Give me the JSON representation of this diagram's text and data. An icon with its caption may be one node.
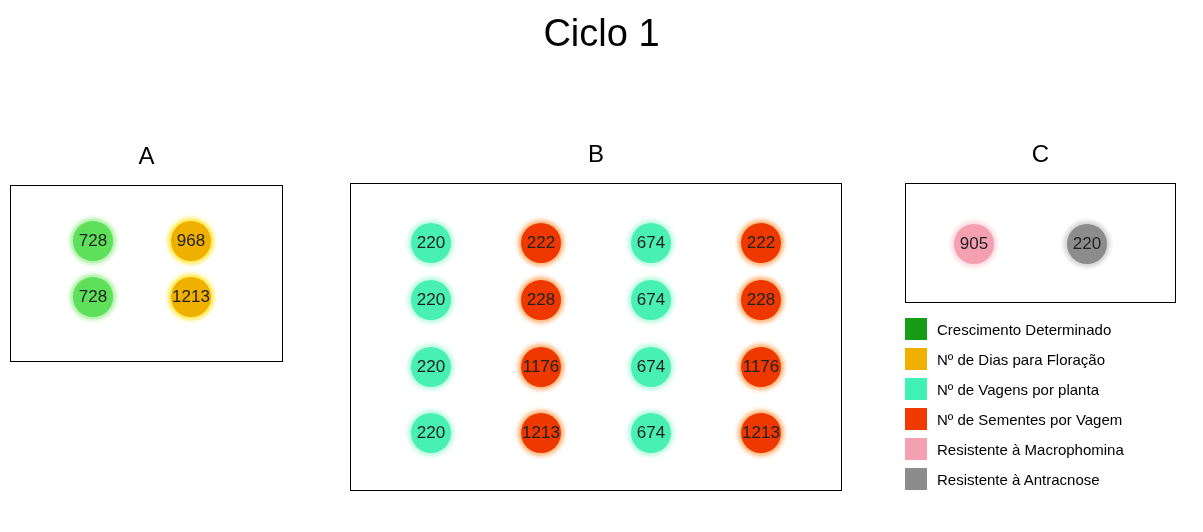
{
  "diagram": {
    "title": "Ciclo 1",
    "nodes": [
      {
        "text": [
          "A"
        ]
      },
      {
        "text": [
          "728"
        ],
        "in": 0
      },
      {
        "text": [
          "968"
        ],
        "in": 0
      },
      {
        "text": [
          "728"
        ],
        "in": 0
      },
      {
        "text": [
          "1213"
        ],
        "in": 0
      },
      {
        "text": [
          "B"
        ]
      },
      {
        "text": [
          "220"
        ],
        "in": 5
      },
      {
        "text": [
          "222"
        ],
        "in": 5
      },
      {
        "text": [
          "674"
        ],
        "in": 5
      },
      {
        "text": [
          "222"
        ],
        "in": 5
      },
      {
        "text": [
          "220"
        ],
        "in": 5
      },
      {
        "text": [
          "228"
        ],
        "in": 5
      },
      {
        "text": [
          "674"
        ],
        "in": 5
      },
      {
        "text": [
          "228"
        ],
        "in": 5
      },
      {
        "text": [
          "220"
        ],
        "in": 5
      },
      {
        "text": [
          "1176"
        ],
        "in": 5
      },
      {
        "text": [
          "674"
        ],
        "in": 5
      },
      {
        "text": [
          "1176"
        ],
        "in": 5
      },
      {
        "text": [
          "220"
        ],
        "in": 5
      },
      {
        "text": [
          "1213"
        ],
        "in": 5
      },
      {
        "text": [
          "674"
        ],
        "in": 5
      },
      {
        "text": [
          "1213"
        ],
        "in": 5
      },
      {
        "text": [
          "C"
        ]
      },
      {
        "text": [
          "905"
        ],
        "in": 22
      },
      {
        "text": [
          "220"
        ],
        "in": 22
      }
    ],
    "edges": [],
    "legend": [
      {
        "text": "Crescimento Determinado",
        "color": "#179c17"
      },
      {
        "text": "Nº de Dias para Floração",
        "color": "#f0b000"
      },
      {
        "text": "Nº de Vagens por planta",
        "color": "#40f0b4"
      },
      {
        "text": "Nº de Sementes por Vagem",
        "color": "#f03a00"
      },
      {
        "text": "Resistente à Macrophomina",
        "color": "#f4a0b0"
      },
      {
        "text": "Resistente à Antracnose",
        "color": "#8c8c8c"
      }
    ]
  }
}
